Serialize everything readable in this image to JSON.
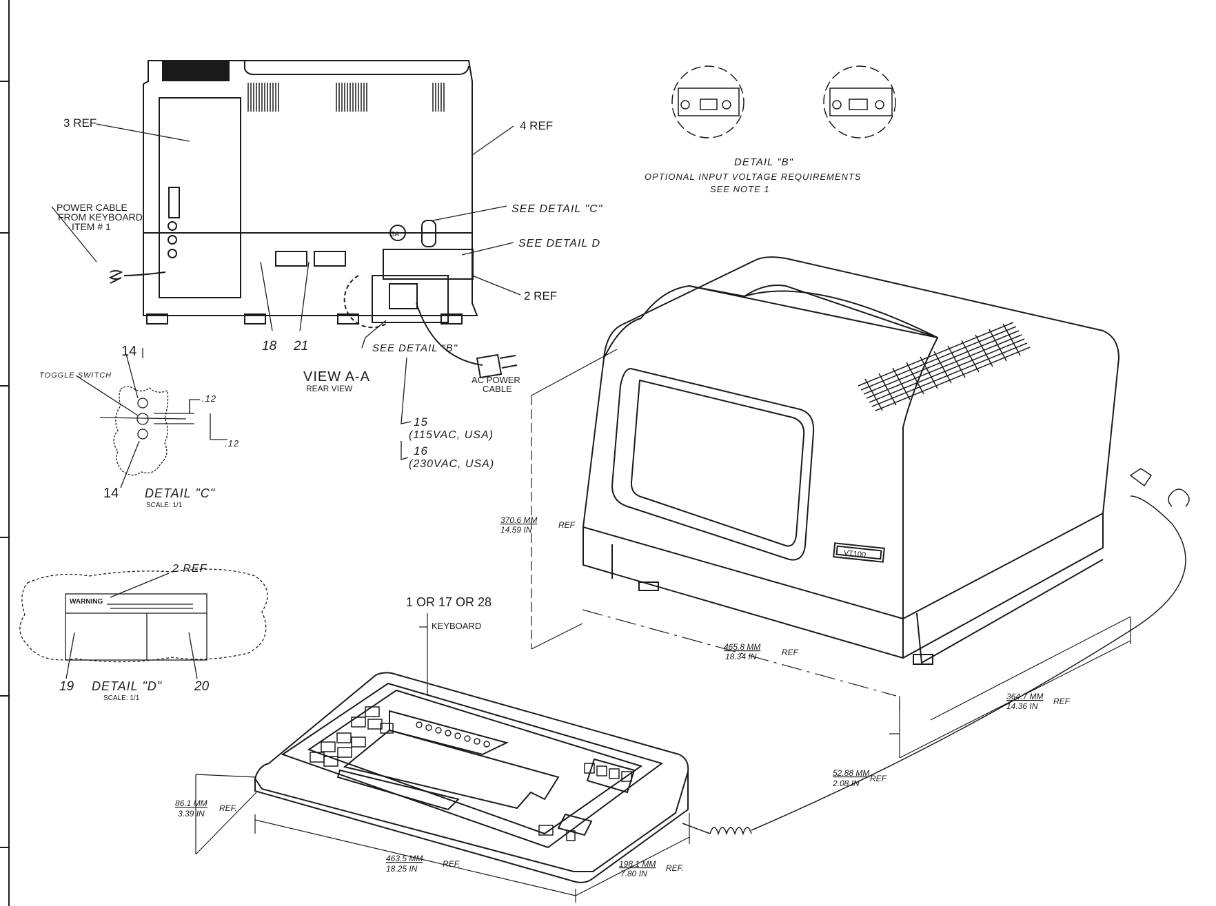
{
  "rear_view": {
    "title": "VIEW A-A",
    "subtitle": "REAR VIEW",
    "callouts": {
      "ref3": "3 REF",
      "ref4": "4 REF",
      "ref2": "2 REF",
      "power_cable": [
        "POWER CABLE",
        "FROM KEYBOARD",
        "ITEM # 1"
      ],
      "see_detail_c": "SEE DETAIL \"C\"",
      "see_detail_d": "SEE DETAIL D",
      "see_detail_b": "SEE DETAIL \"B\"",
      "circle_3a": "3A",
      "item_18": "18",
      "item_21": "21"
    },
    "ac_power": {
      "label": [
        "AC POWER",
        "CABLE"
      ],
      "item15": "15",
      "item15_note": "(115VAC, USA)",
      "item16": "16",
      "item16_note": "(230VAC, USA)"
    }
  },
  "detail_b": {
    "title": "DETAIL \"B\"",
    "line1": "OPTIONAL INPUT VOLTAGE REQUIREMENTS",
    "line2": "SEE NOTE 1"
  },
  "detail_c": {
    "title": "DETAIL \"C\"",
    "scale": "SCALE: 1/1",
    "toggle": "TOGGLE SWITCH",
    "item_top": "14",
    "item_bottom": "14",
    "dim_top": ".12",
    "dim_bottom": ".12"
  },
  "detail_d": {
    "title": "DETAIL \"D\"",
    "scale": "SCALE: 1/1",
    "ref": "2 REF",
    "warning": "WARNING",
    "item_19": "19",
    "item_20": "20"
  },
  "terminal": {
    "badge": "VT100",
    "height_mm": "370.6 MM",
    "height_in": "14.59 IN",
    "width_mm": "465.8 MM",
    "width_in": "18.34 IN",
    "depth_mm": "364.7 MM",
    "depth_in": "14.36 IN",
    "gap_mm": "52.88 MM",
    "gap_in": "2.08 IN",
    "ref": "REF"
  },
  "keyboard": {
    "item": "1 OR 17 OR 28",
    "label": "KEYBOARD",
    "height_mm": "86.1 MM",
    "height_in": "3.39 IN",
    "width_mm": "463.5 MM",
    "width_in": "18.25 IN",
    "depth_mm": "198.1 MM",
    "depth_in": "7.80 IN",
    "ref": "REF."
  },
  "colors": {
    "ink": "#1a1a1a",
    "paper": "#ffffff"
  }
}
